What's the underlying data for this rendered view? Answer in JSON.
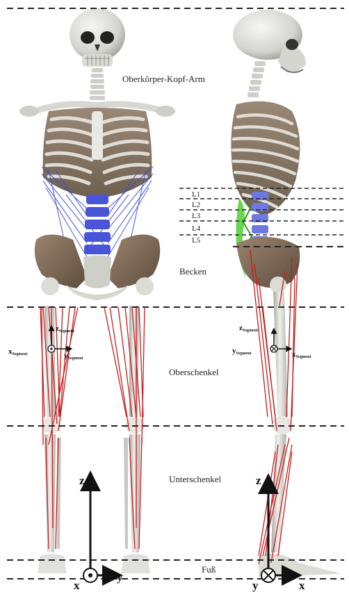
{
  "segments": {
    "upper_body": "Oberkörper-Kopf-Arm",
    "pelvis": "Becken",
    "thigh": "Oberschenkel",
    "shank": "Unterschenkel",
    "foot": "Fuß"
  },
  "lumbar_levels": [
    "L1",
    "L2",
    "L3",
    "L4",
    "L5"
  ],
  "segment_axes_front": {
    "z": "z",
    "z_sub": "Segment",
    "x": "x",
    "x_sub": "Segment",
    "y": "y",
    "y_sub": "Segment"
  },
  "segment_axes_side": {
    "z": "z",
    "z_sub": "Segment",
    "y": "y",
    "y_sub": "Segment",
    "x": "x",
    "x_sub": "Segment"
  },
  "global_axes_front": {
    "z": "z",
    "x": "x",
    "y": "y"
  },
  "global_axes_side": {
    "z": "z",
    "y": "y",
    "x": "x"
  },
  "colors": {
    "bone": "#e4e4e0",
    "bone_shadow": "#9c9c98",
    "rib_dark": "#8a7a68",
    "muscle_red": "#c41c1c",
    "muscle_blue": "#3a48d0",
    "muscle_green": "#4cd030",
    "dashed_line": "#222222"
  }
}
